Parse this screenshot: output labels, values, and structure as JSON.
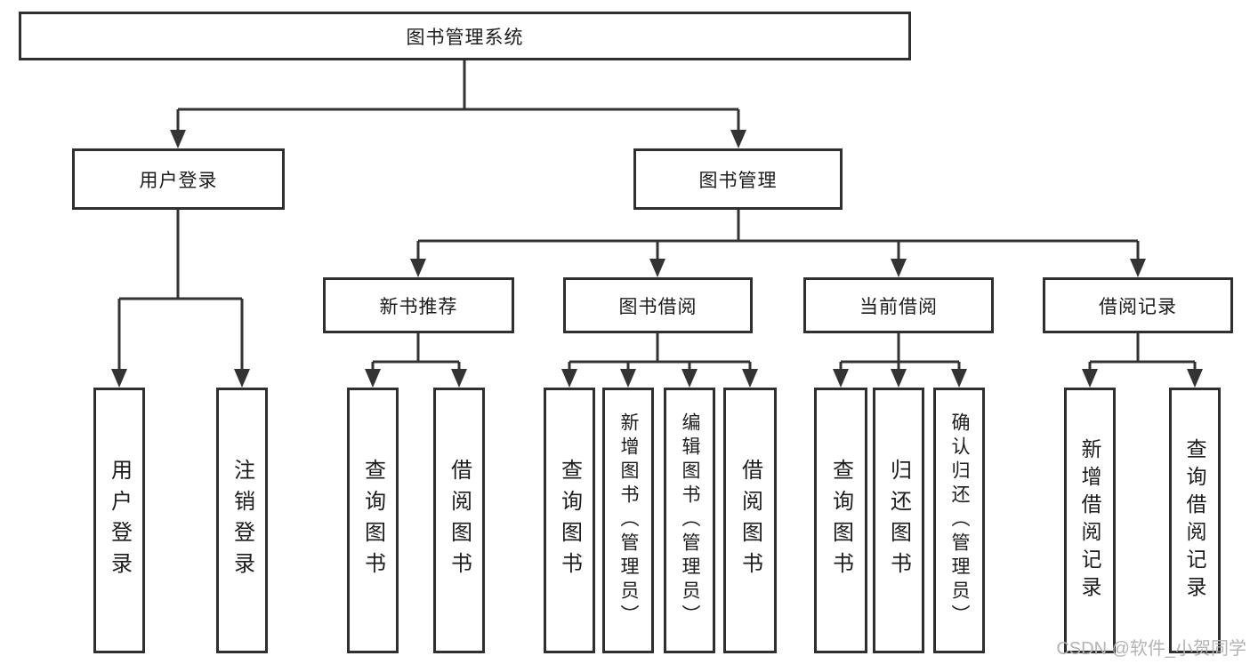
{
  "diagram": {
    "title": "图书管理系统",
    "branches": {
      "user": {
        "label": "用户登录",
        "children": [
          "用户登录",
          "注销登录"
        ]
      },
      "book": {
        "label": "图书管理",
        "groups": [
          {
            "label": "新书推荐",
            "children": [
              "查询图书",
              "借阅图书"
            ]
          },
          {
            "label": "图书借阅",
            "children": [
              "查询图书",
              "新增图书（管理员）",
              "编辑图书（管理员）",
              "借阅图书"
            ]
          },
          {
            "label": "当前借阅",
            "children": [
              "查询图书",
              "归还图书",
              "确认归还（管理员）"
            ]
          },
          {
            "label": "借阅记录",
            "children": [
              "新增借阅记录",
              "查询借阅记录"
            ]
          }
        ]
      }
    },
    "watermark": "CSDN @软件_小贺同学",
    "colors": {
      "line": "#333333",
      "box_border": "#2f2f2f",
      "box_fill": "#ffffff",
      "text": "#1c1c1c",
      "watermark": "#b3b3b3"
    }
  }
}
